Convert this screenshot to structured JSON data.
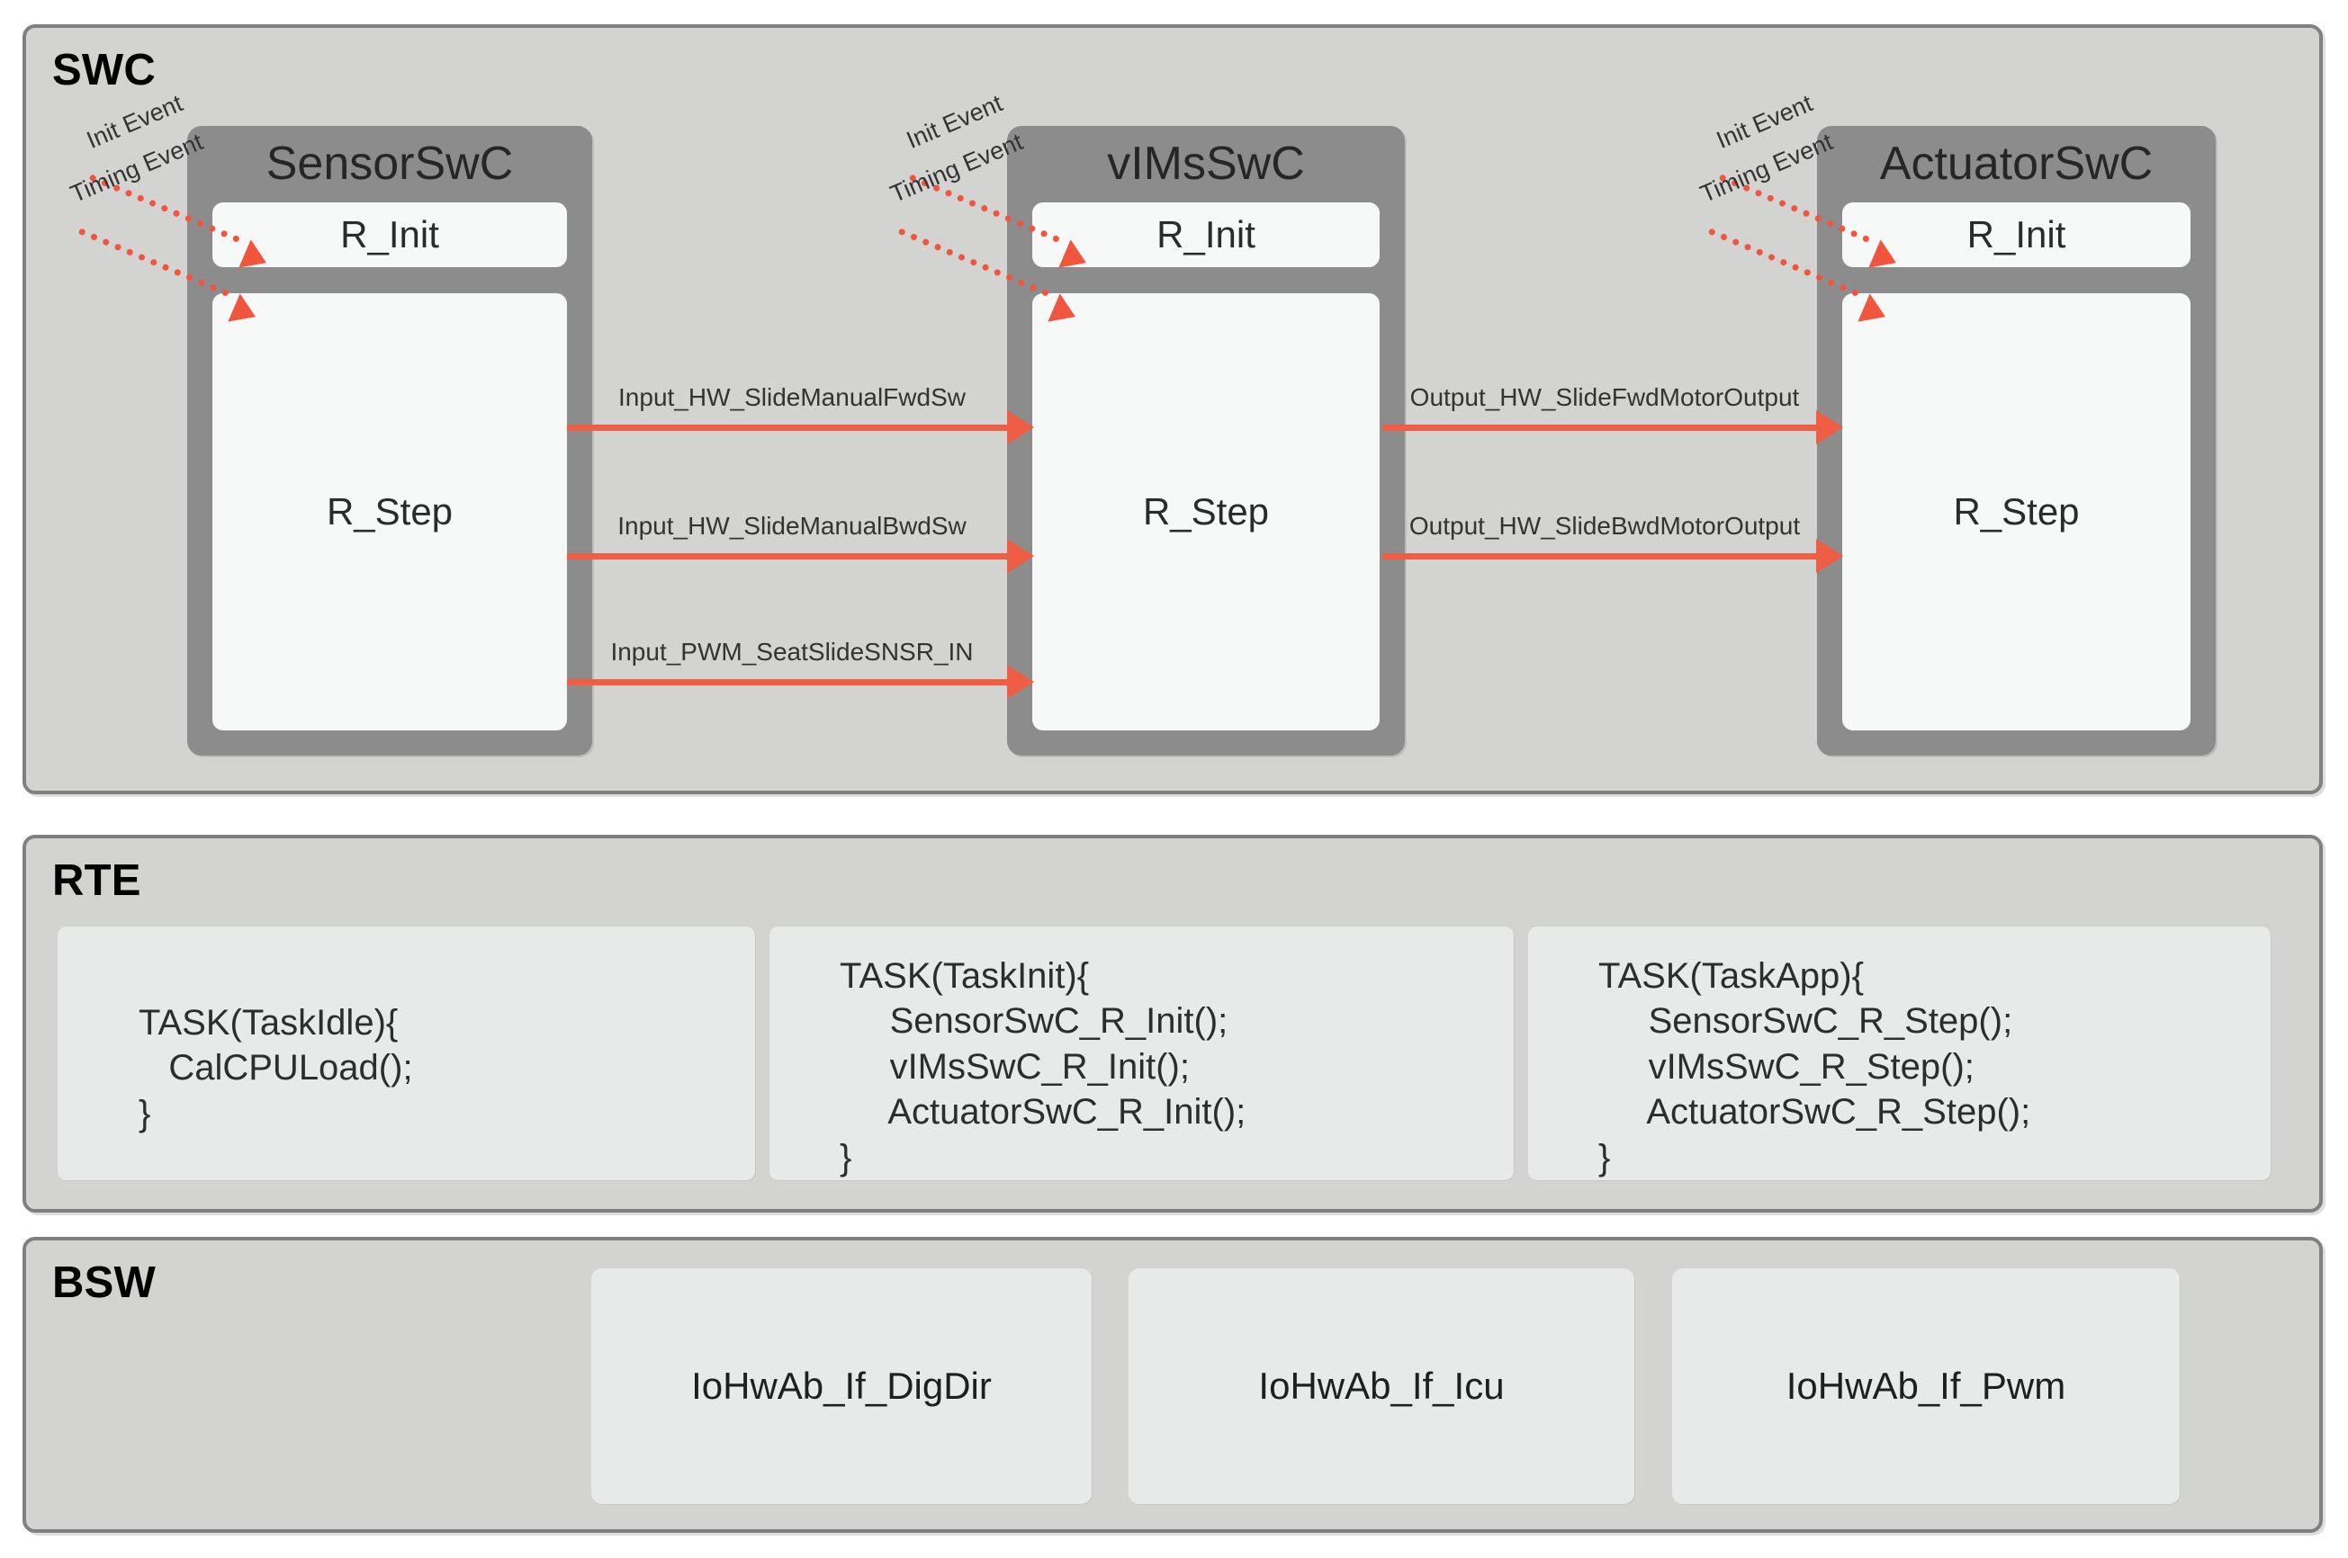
{
  "layers": [
    {
      "id": "swc",
      "title": "SWC"
    },
    {
      "id": "rte",
      "title": "RTE"
    },
    {
      "id": "bsw",
      "title": "BSW"
    }
  ],
  "swc": {
    "title": "SWC",
    "components": [
      {
        "name": "SensorSwC",
        "runnables": {
          "init": "R_Init",
          "step": "R_Step"
        },
        "events": [
          {
            "label": "Init Event"
          },
          {
            "label": "Timing Event"
          }
        ]
      },
      {
        "name": "vIMsSwC",
        "runnables": {
          "init": "R_Init",
          "step": "R_Step"
        },
        "events": [
          {
            "label": "Init Event"
          },
          {
            "label": "Timing Event"
          }
        ]
      },
      {
        "name": "ActuatorSwC",
        "runnables": {
          "init": "R_Init",
          "step": "R_Step"
        },
        "events": [
          {
            "label": "Init Event"
          },
          {
            "label": "Timing Event"
          }
        ]
      }
    ],
    "signals": [
      {
        "label": "Input_HW_SlideManualFwdSw",
        "from": "SensorSwC",
        "to": "vIMsSwC"
      },
      {
        "label": "Input_HW_SlideManualBwdSw",
        "from": "SensorSwC",
        "to": "vIMsSwC"
      },
      {
        "label": "Input_PWM_SeatSlideSNSR_IN",
        "from": "SensorSwC",
        "to": "vIMsSwC"
      },
      {
        "label": "Output_HW_SlideFwdMotorOutput",
        "from": "vIMsSwC",
        "to": "ActuatorSwC"
      },
      {
        "label": "Output_HW_SlideBwdMotorOutput",
        "from": "vIMsSwC",
        "to": "ActuatorSwC"
      }
    ]
  },
  "rte": {
    "title": "RTE",
    "tasks": [
      {
        "name": "TaskIdle",
        "code": "TASK(TaskIdle){\n   CalCPULoad();\n}"
      },
      {
        "name": "TaskInit",
        "code": "TASK(TaskInit){\n     SensorSwC_R_Init();\n     vIMsSwC_R_Init();\n     ActuatorSwC_R_Init();\n}"
      },
      {
        "name": "TaskApp",
        "code": "TASK(TaskApp){\n     SensorSwC_R_Step();\n     vIMsSwC_R_Step();\n     ActuatorSwC_R_Step();\n}"
      }
    ]
  },
  "bsw": {
    "title": "BSW",
    "modules": [
      {
        "name": "IoHwAb_If_DigDir"
      },
      {
        "name": "IoHwAb_If_Icu"
      },
      {
        "name": "IoHwAb_If_Pwm"
      }
    ]
  },
  "colors": {
    "layer_background": "#d3d3d1",
    "layer_border": "#808080",
    "component_header": "#8c8c8c",
    "runnable_background": "#f7f8f8",
    "signal_arrow": "#ef5d45",
    "event_arrow": "#f2553d",
    "task_background": "#e8eaea"
  }
}
